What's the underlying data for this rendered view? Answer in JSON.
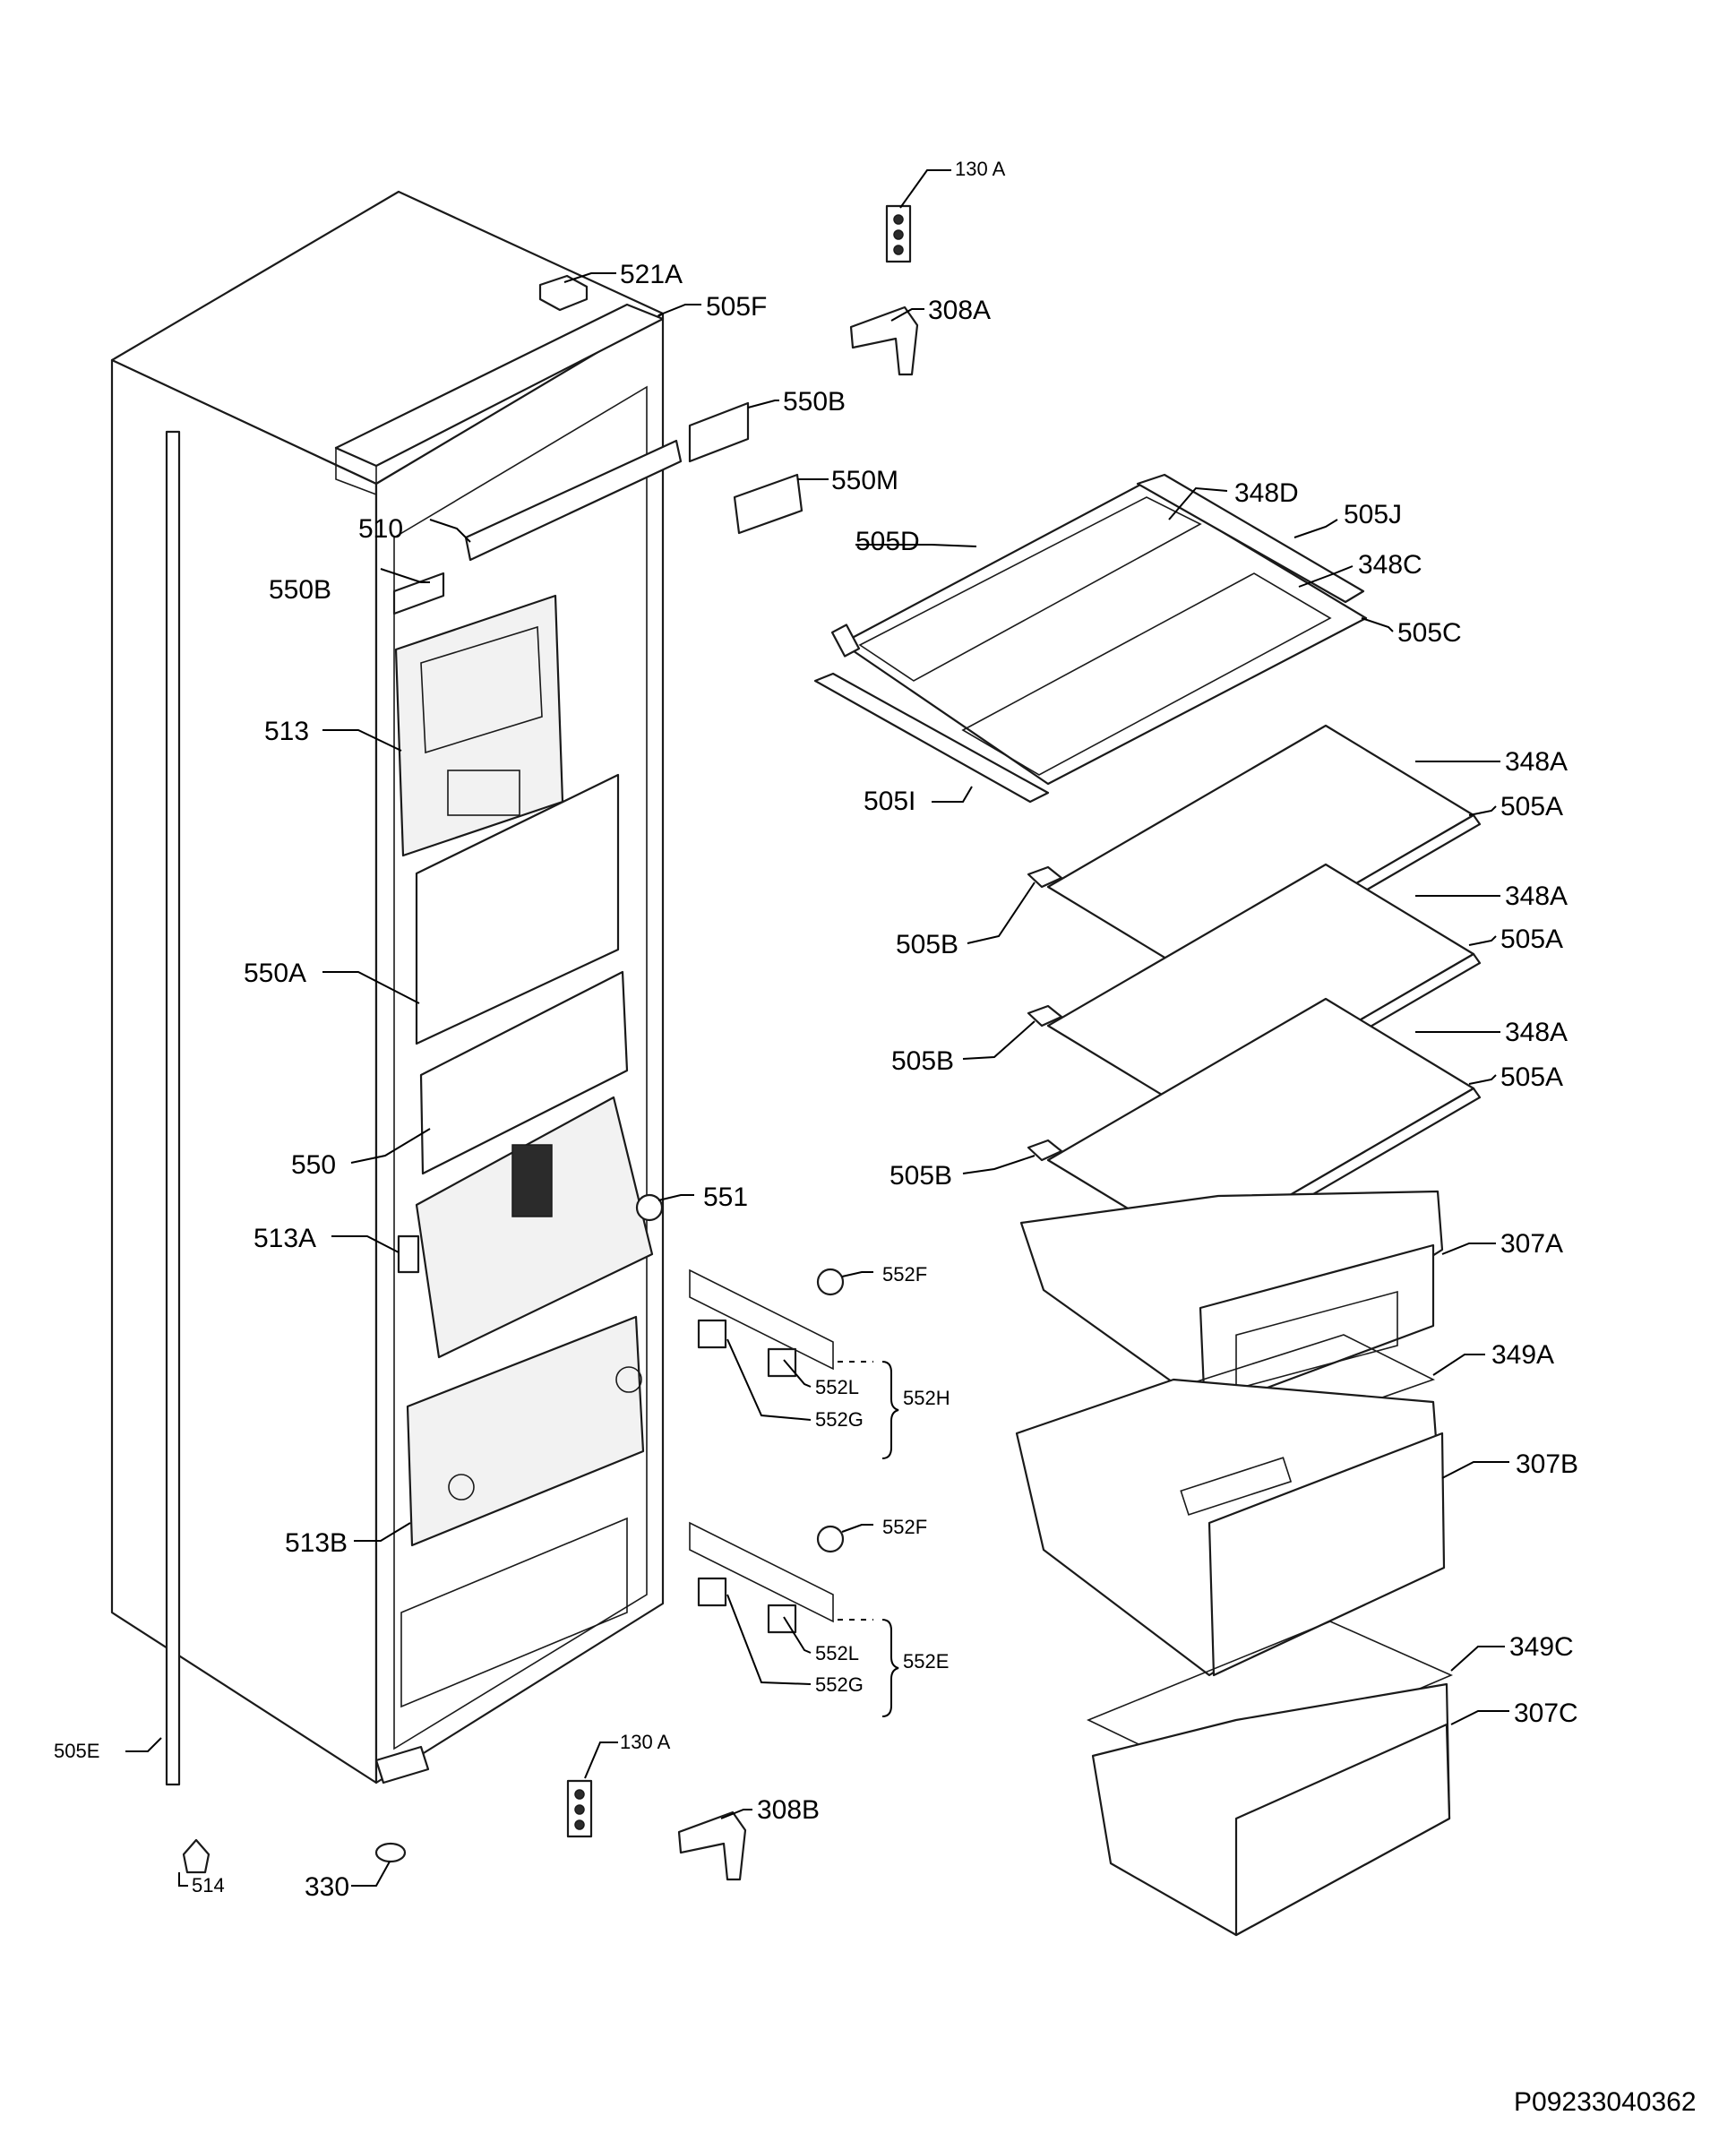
{
  "document_id": "P09233040362",
  "labels": {
    "l130A_top": "130 A",
    "l308A": "308A",
    "l521A": "521A",
    "l505F": "505F",
    "l550B_top": "550B",
    "l550M": "550M",
    "l510": "510",
    "l550B_left": "550B",
    "l348D": "348D",
    "l505J": "505J",
    "l505D": "505D",
    "l348C": "348C",
    "l505C": "505C",
    "l513": "513",
    "l505I": "505I",
    "l348A_1": "348A",
    "l505A_1": "505A",
    "l550A": "550A",
    "l505B_1": "505B",
    "l348A_2": "348A",
    "l505A_2": "505A",
    "l505B_2": "505B",
    "l348A_3": "348A",
    "l505A_3": "505A",
    "l550": "550",
    "l505B_3": "505B",
    "l551": "551",
    "l513A": "513A",
    "l307A": "307A",
    "l552F_1": "552F",
    "l349A": "349A",
    "l552L_1": "552L",
    "l552H": "552H",
    "l552G_1": "552G",
    "l307B": "307B",
    "l513B": "513B",
    "l552F_2": "552F",
    "l552L_2": "552L",
    "l552E": "552E",
    "l552G_2": "552G",
    "l349C": "349C",
    "l307C": "307C",
    "l505E": "505E",
    "l130A_bottom": "130 A",
    "l308B": "308B",
    "l514": "514",
    "l330": "330"
  }
}
